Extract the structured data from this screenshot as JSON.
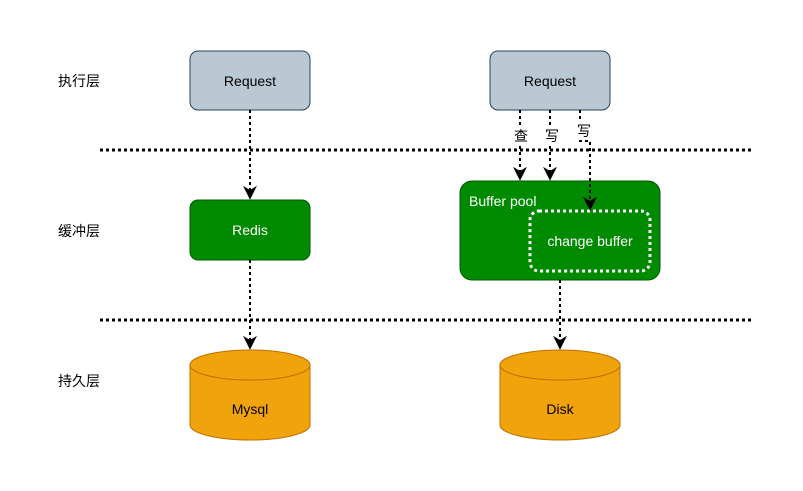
{
  "layers": {
    "exec": "执行层",
    "buffer": "缓冲层",
    "persist": "持久层"
  },
  "left": {
    "request": "Request",
    "cache": "Redis",
    "storage": "Mysql"
  },
  "right": {
    "request": "Request",
    "pool": "Buffer pool",
    "change_buffer": "change buffer",
    "storage": "Disk",
    "arrow_query": "查",
    "arrow_write1": "写",
    "arrow_write2": "写"
  },
  "colors": {
    "request_fill": "#bac8d3",
    "request_stroke": "#23445d",
    "green_fill": "#008a00",
    "green_stroke": "#005700",
    "db_fill": "#f0a30a",
    "db_stroke": "#bd7000"
  }
}
